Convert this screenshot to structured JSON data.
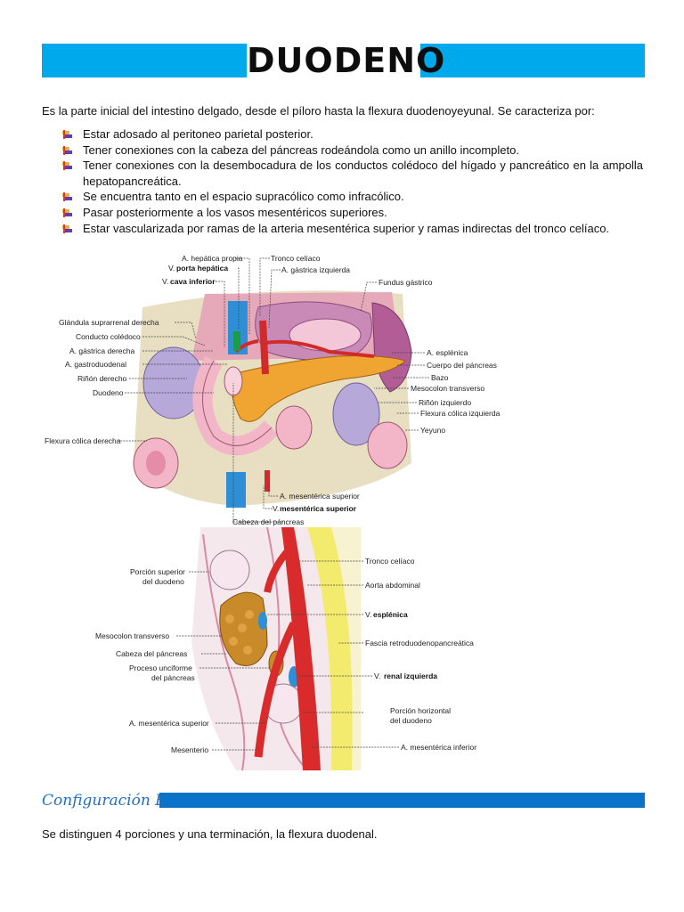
{
  "header": {
    "title": "DUODENO"
  },
  "intro": "Es la parte inicial del intestino delgado, desde el píloro hasta la flexura duodenoyeyunal. Se caracteriza por:",
  "bullets": [
    "Estar adosado al peritoneo parietal posterior.",
    "Tener conexiones con la cabeza del páncreas rodeándola como un anillo incompleto.",
    "Tener conexiones con la desembocadura de los conductos colédoco del hígado y pancreático en la ampolla hepatopancreática.",
    "Se encuentra tanto en el espacio supracólico como infracólico.",
    "Pasar posteriormente a los vasos mesentéricos superiores.",
    "Estar vascularizada por ramas de la arteria mesentérica superior y ramas indirectas del tronco celíaco."
  ],
  "figure1": {
    "labels": {
      "hepatica_propia": "A. hepática propia",
      "v_label": "V.",
      "porta_hepatica": "porta hepática",
      "cava_inferior": "cava inferior",
      "tronco_celiaco": "Tronco celíaco",
      "gastrica_izquierda": "A. gástrica izquierda",
      "fundus_gastrico": "Fundus gástrico",
      "glandula": "Glándula suprarrenal derecha",
      "coledoco": "Conducto colédoco",
      "gastrica_derecha": "A. gástrica derecha",
      "gastroduodenal": "A. gastroduodenal",
      "rinon_derecho": "Riñón derecho",
      "duodeno": "Duodeno",
      "flexura_derecha": "Flexura cólica derecha",
      "esplenica": "A. esplénica",
      "cuerpo_pancreas": "Cuerpo del páncreas",
      "bazo": "Bazo",
      "mesocolon": "Mesocolon transverso",
      "rinon_izquierdo": "Riñón izquierdo",
      "flexura_izquierda": "Flexura cólica izquierda",
      "yeyuno": "Yeyuno",
      "mes_sup_a": "A. mesentérica superior",
      "mes_sup_v": "mesentérica superior",
      "cabeza_pancreas": "Cabeza del páncreas"
    }
  },
  "figure2": {
    "labels": {
      "porcion_superior_1": "Porción superior",
      "porcion_superior_2": "del duodeno",
      "tronco_celiaco": "Tronco celíaco",
      "aorta": "Aorta abdominal",
      "v_esplenica_v": "V.",
      "v_esplenica": "esplénica",
      "mesocolon": "Mesocolon transverso",
      "fascia": "Fascia retroduodenopancreática",
      "cabeza": "Cabeza del páncreas",
      "unciforme_1": "Proceso unciforme",
      "unciforme_2": "del páncreas",
      "renal_v": "V.",
      "renal": "renal izquierda",
      "horizontal_1": "Porción horizontal",
      "horizontal_2": "del duodeno",
      "mes_sup": "A. mesentérica superior",
      "mesenterio": "Mesenterio",
      "mes_inf": "A. mesentérica inferior"
    }
  },
  "section": {
    "title": "Configuración Externa"
  },
  "outro": "Se distinguen 4 porciones y una terminación, la flexura duodenal.",
  "colors": {
    "accent_bar": "#00a8ec",
    "section_bar": "#0a73c9",
    "section_text": "#1f6fc5"
  }
}
